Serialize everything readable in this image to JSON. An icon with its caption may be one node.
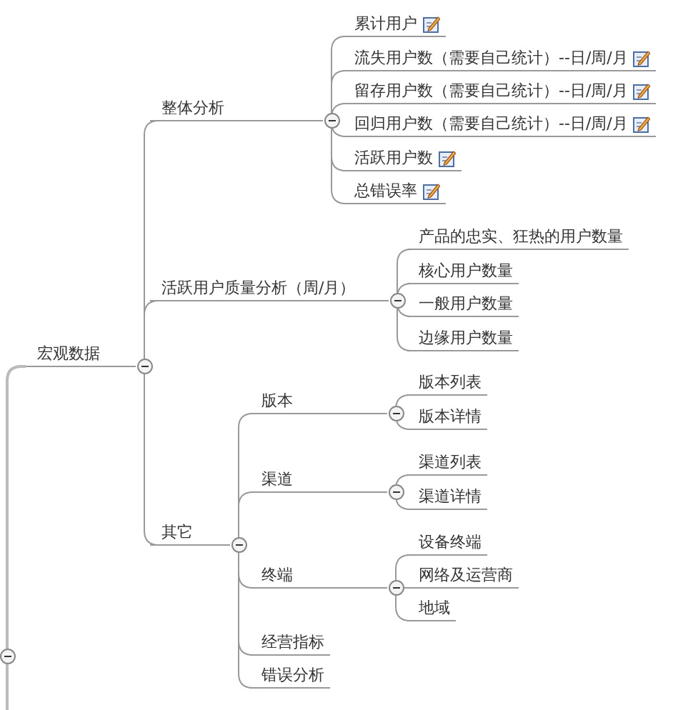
{
  "diagram": {
    "nodes": [
      {
        "text": [
          "宏观数据"
        ]
      },
      {
        "text": [
          "整体分析"
        ]
      },
      {
        "text": [
          "累计用户"
        ]
      },
      {
        "text": [
          "流失用户数（需要自己统计）--日/周/月"
        ]
      },
      {
        "text": [
          "留存用户数（需要自己统计）--日/周/月"
        ]
      },
      {
        "text": [
          "回归用户数（需要自己统计）--日/周/月"
        ]
      },
      {
        "text": [
          "活跃用户数"
        ]
      },
      {
        "text": [
          "总错误率"
        ]
      },
      {
        "text": [
          "活跃用户质量分析（周/月）"
        ]
      },
      {
        "text": [
          "产品的忠实、狂热的用户数量"
        ]
      },
      {
        "text": [
          "核心用户数量"
        ]
      },
      {
        "text": [
          "一般用户数量"
        ]
      },
      {
        "text": [
          "边缘用户数量"
        ]
      },
      {
        "text": [
          "其它"
        ]
      },
      {
        "text": [
          "版本"
        ]
      },
      {
        "text": [
          "版本列表"
        ]
      },
      {
        "text": [
          "版本详情"
        ]
      },
      {
        "text": [
          "渠道"
        ]
      },
      {
        "text": [
          "渠道列表"
        ]
      },
      {
        "text": [
          "渠道详情"
        ]
      },
      {
        "text": [
          "终端"
        ]
      },
      {
        "text": [
          "设备终端"
        ]
      },
      {
        "text": [
          "网络及运营商"
        ]
      },
      {
        "text": [
          "地域"
        ]
      },
      {
        "text": [
          "经营指标"
        ]
      },
      {
        "text": [
          "错误分析"
        ]
      }
    ],
    "edges": [
      {
        "from": null,
        "to": 0,
        "arrow": "none"
      },
      {
        "from": 0,
        "to": 1,
        "arrow": "none"
      },
      {
        "from": 1,
        "to": 2,
        "arrow": "none"
      },
      {
        "from": 1,
        "to": 3,
        "arrow": "none"
      },
      {
        "from": 1,
        "to": 4,
        "arrow": "none"
      },
      {
        "from": 1,
        "to": 5,
        "arrow": "none"
      },
      {
        "from": 1,
        "to": 6,
        "arrow": "none"
      },
      {
        "from": 1,
        "to": 7,
        "arrow": "none"
      },
      {
        "from": 0,
        "to": 8,
        "arrow": "none"
      },
      {
        "from": 8,
        "to": 9,
        "arrow": "none"
      },
      {
        "from": 8,
        "to": 10,
        "arrow": "none"
      },
      {
        "from": 8,
        "to": 11,
        "arrow": "none"
      },
      {
        "from": 8,
        "to": 12,
        "arrow": "none"
      },
      {
        "from": 0,
        "to": 13,
        "arrow": "none"
      },
      {
        "from": 13,
        "to": 14,
        "arrow": "none"
      },
      {
        "from": 14,
        "to": 15,
        "arrow": "none"
      },
      {
        "from": 14,
        "to": 16,
        "arrow": "none"
      },
      {
        "from": 13,
        "to": 17,
        "arrow": "none"
      },
      {
        "from": 17,
        "to": 18,
        "arrow": "none"
      },
      {
        "from": 17,
        "to": 19,
        "arrow": "none"
      },
      {
        "from": 13,
        "to": 20,
        "arrow": "none"
      },
      {
        "from": 20,
        "to": 21,
        "arrow": "none"
      },
      {
        "from": 20,
        "to": 22,
        "arrow": "none"
      },
      {
        "from": 20,
        "to": 23,
        "arrow": "none"
      },
      {
        "from": 13,
        "to": 24,
        "arrow": "none"
      },
      {
        "from": 13,
        "to": 25,
        "arrow": "none"
      }
    ]
  }
}
